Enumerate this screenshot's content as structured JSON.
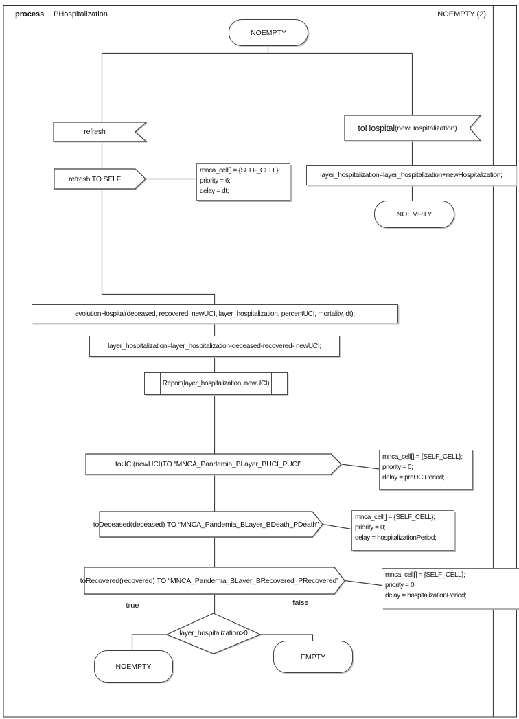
{
  "header": {
    "kind_label": "process",
    "process_name": "PHospitalization",
    "state_ref": "NOEMPTY (2)"
  },
  "colors": {
    "line": "#3f3f3f",
    "shadow": "#b0b0b0",
    "background": "#ffffff"
  },
  "nodes": {
    "start_state": "NOEMPTY",
    "refresh_receive": "refresh",
    "refresh_send": "refresh TO SELF",
    "note_refresh": [
      "mnca_cell[] = {SELF_CELL};",
      "priority = 6;",
      "delay = dt;"
    ],
    "tohospital_receive_head": "toHospital",
    "tohospital_receive_tail": "(newHospitalization)",
    "assign_add": "layer_hospitalization=layer_hospitalization+newHospitalization;",
    "state_right": "NOEMPTY",
    "proc_evolution": "evolutionHospital(deceased, recovered, newUCI, layer_hospitalization, percentUCI, mortality, dt);",
    "assign_sub": "layer_hospitalization=layer_hospitalization-deceased-recovered- newUCI;",
    "proc_report": "Report(layer_hospitalization, newUCI)",
    "send_touci": "toUCI(newUCI)TO “MNCA_Pandemia_BLayer_BUCI_PUCI”",
    "note_touci": [
      "mnca_cell[] = {SELF_CELL};",
      "priority = 0;",
      "delay = preUCIPeriod;"
    ],
    "send_todeceased": "toDeceased(deceased) TO “MNCA_Pandemia_BLayer_BDeath_PDeath”",
    "note_todeceased": [
      "mnca_cell[] = {SELF_CELL};",
      "priority = 0;",
      "delay = hospitalizationPeriod;"
    ],
    "send_torecovered": "toRecovered(recovered) TO “MNCA_Pandemia_BLayer_BRecovered_PRecovered”",
    "note_torecovered": [
      "mnca_cell[] = {SELF_CELL};",
      "priority = 0;",
      "delay = hospitalizationPeriod;"
    ],
    "decision": "layer_hospitalization>0",
    "branch_true": "true",
    "branch_false": "false",
    "state_true": "NOEMPTY",
    "state_false": "EMPTY"
  }
}
